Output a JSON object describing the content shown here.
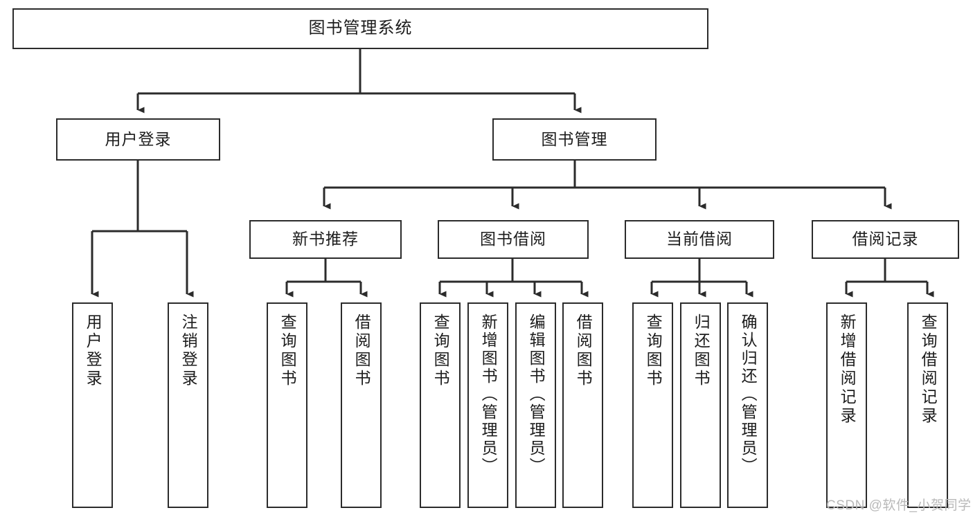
{
  "diagram": {
    "type": "tree",
    "title": "图书管理系统",
    "watermark": "CSDN @软件_小贺同学",
    "colors": {
      "background": "#ffffff",
      "node_fill": "#ffffff",
      "node_border": "#2b2b2b",
      "connector": "#2b2b2b",
      "text": "#1c1c1c",
      "watermark": "#b9b9b9"
    },
    "levels": {
      "root": {
        "label": "图书管理系统"
      },
      "level2": [
        {
          "label": "用户登录"
        },
        {
          "label": "图书管理"
        }
      ],
      "level3": [
        {
          "label": "新书推荐"
        },
        {
          "label": "图书借阅"
        },
        {
          "label": "当前借阅"
        },
        {
          "label": "借阅记录"
        }
      ],
      "leaves": {
        "user_login": [
          {
            "label": "用户登录"
          },
          {
            "label": "注销登录"
          }
        ],
        "new_book_recommend": [
          {
            "label": "查询图书"
          },
          {
            "label": "借阅图书"
          }
        ],
        "book_borrow": [
          {
            "label": "查询图书"
          },
          {
            "label": "新增图书（管理员）"
          },
          {
            "label": "编辑图书（管理员）"
          },
          {
            "label": "借阅图书"
          }
        ],
        "current_borrow": [
          {
            "label": "查询图书"
          },
          {
            "label": "归还图书"
          },
          {
            "label": "确认归还（管理员）"
          }
        ],
        "borrow_record": [
          {
            "label": "新增借阅记录"
          },
          {
            "label": "查询借阅记录"
          }
        ]
      }
    }
  }
}
